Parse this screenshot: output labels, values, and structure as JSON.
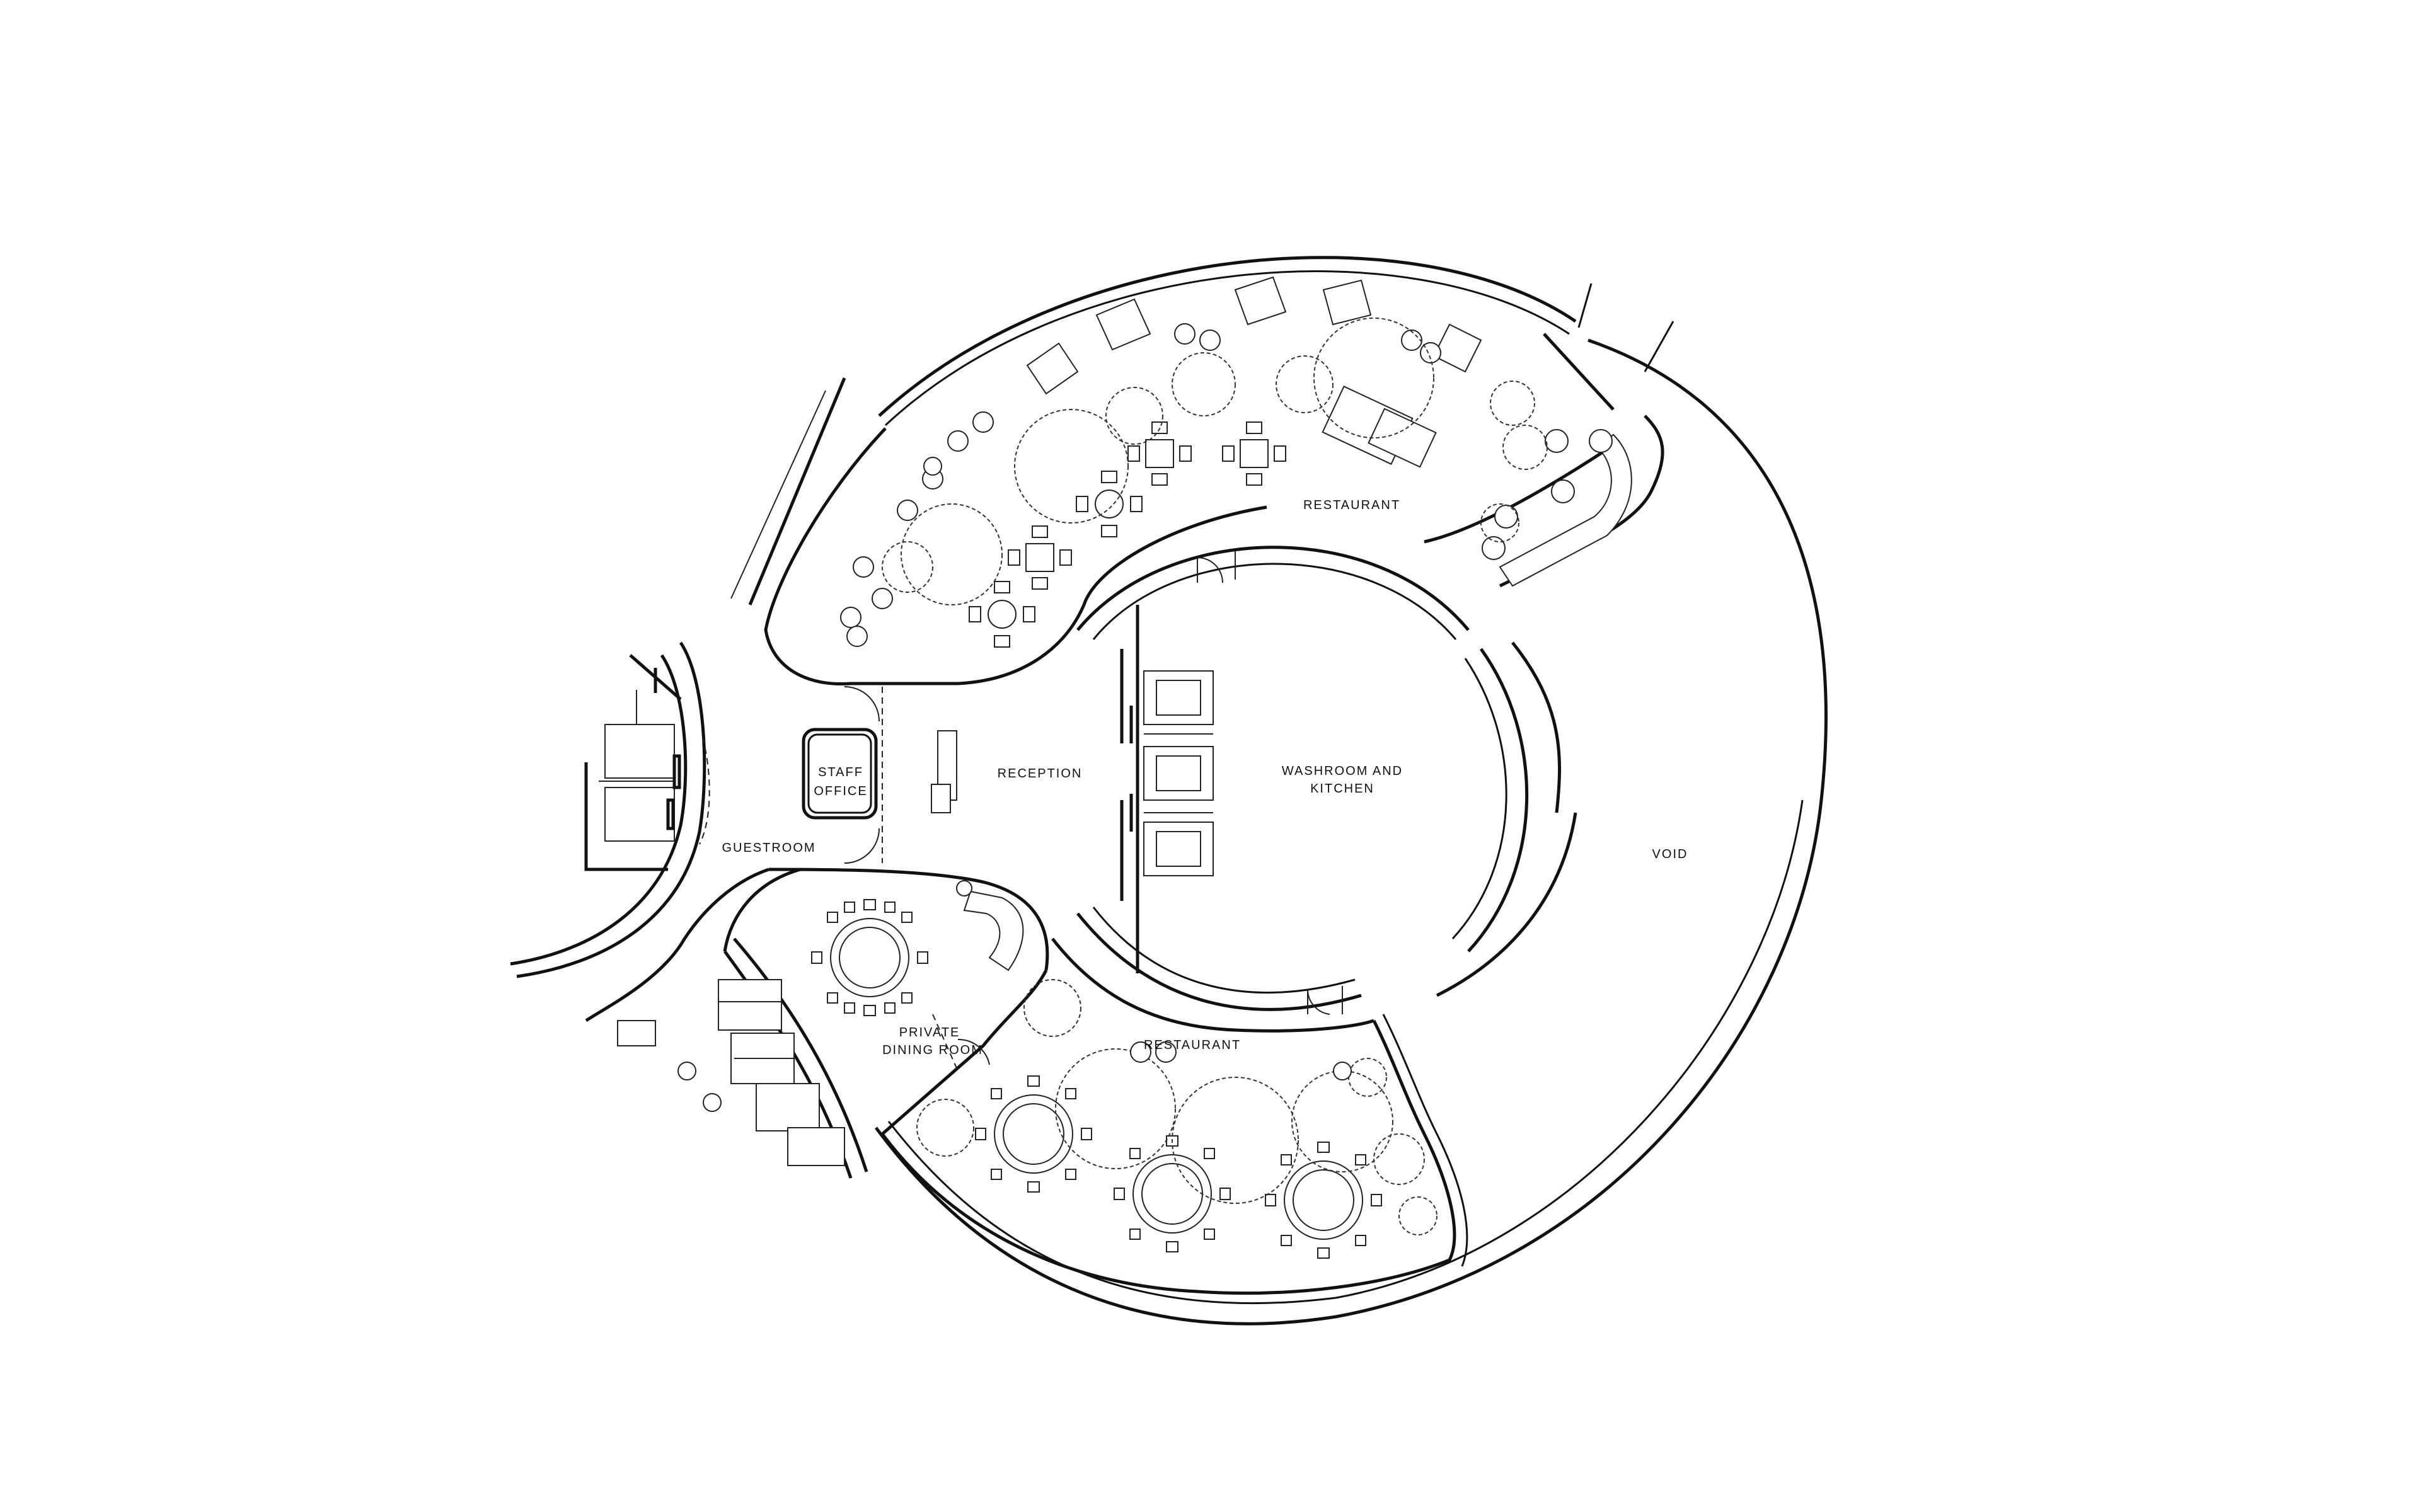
{
  "rooms": {
    "restaurant_north": "RESTAURANT",
    "restaurant_south": "RESTAURANT",
    "reception": "RECEPTION",
    "staff_office_line1": "STAFF",
    "staff_office_line2": "OFFICE",
    "washroom_line1": "WASHROOM AND",
    "washroom_line2": "KITCHEN",
    "void": "VOID",
    "guestroom": "GUESTROOM",
    "private_dining_line1": "PRIVATE",
    "private_dining_line2": "DINING ROOM"
  },
  "colors": {
    "line": "#111111",
    "background": "#ffffff"
  }
}
